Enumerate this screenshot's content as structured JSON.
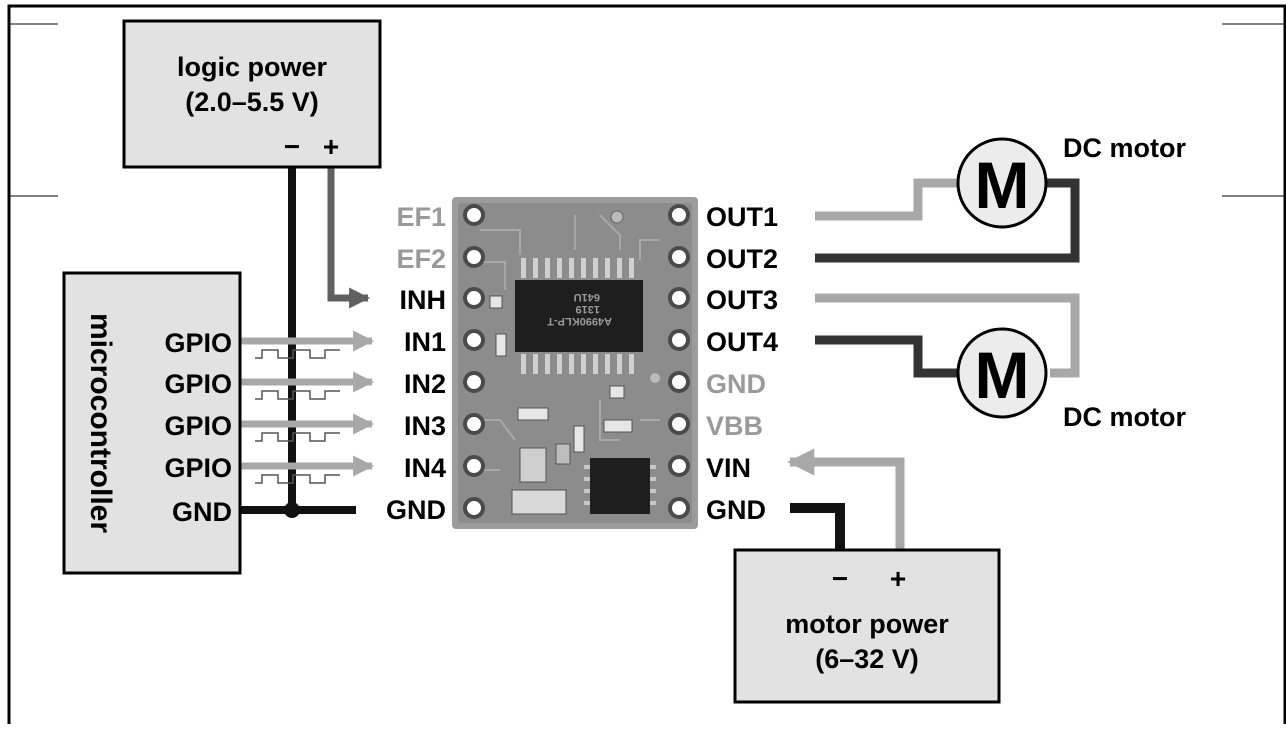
{
  "logic_power": {
    "line1": "logic power",
    "line2": "(2.0–5.5 V)",
    "minus": "−",
    "plus": "+"
  },
  "motor_power": {
    "line1": "motor power",
    "line2": "(6–32 V)",
    "minus": "−",
    "plus": "+"
  },
  "microcontroller": {
    "title": "microcontroller",
    "pins": [
      "GPIO",
      "GPIO",
      "GPIO",
      "GPIO",
      "GND"
    ]
  },
  "board": {
    "left_pins": [
      "EF1",
      "EF2",
      "INH",
      "IN1",
      "IN2",
      "IN3",
      "IN4",
      "GND"
    ],
    "right_pins": [
      "OUT1",
      "OUT2",
      "OUT3",
      "OUT4",
      "GND",
      "VBB",
      "VIN",
      "GND"
    ],
    "chip_text": [
      "A4990KLP-T",
      "1319",
      "641U"
    ]
  },
  "motors": [
    {
      "symbol": "M",
      "label": "DC motor"
    },
    {
      "symbol": "M",
      "label": "DC motor"
    }
  ],
  "colors": {
    "box_fill": "#e2e2e2",
    "wire_black": "#111111",
    "wire_dark": "#333333",
    "wire_gray": "#a8a8a8",
    "wire_mid": "#606060",
    "label_gray": "#9a9a9a"
  }
}
